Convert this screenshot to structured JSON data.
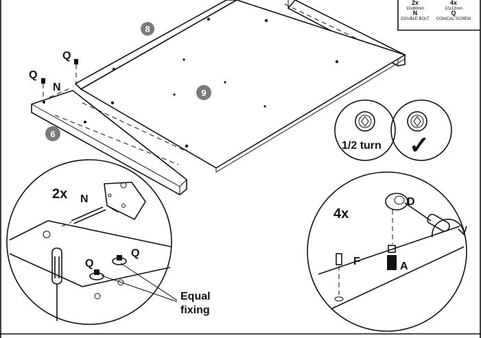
{
  "parts_legend": {
    "bolt": {
      "count": "2x",
      "size": "10x80mm",
      "letter": "N",
      "name": "DOUBLE BOLT"
    },
    "screw": {
      "count": "4x",
      "size": "10x12mm",
      "letter": "Q",
      "name": "CONICAL SCREW"
    }
  },
  "step_numbers": {
    "rail_top": "8",
    "panel": "9",
    "rail_left": "6"
  },
  "part_labels": {
    "q_top": "Q",
    "q_left": "Q",
    "n_main": "N"
  },
  "turn_hint": {
    "text": "1/2 turn",
    "check_symbol": "✓"
  },
  "detail_left": {
    "count": "2x",
    "n_label": "N",
    "q_left": "Q",
    "q_right": "Q",
    "note_line1": "Equal",
    "note_line2": "fixing"
  },
  "detail_right": {
    "count": "4x",
    "d_label": "D",
    "f_label": "F",
    "a_label": "A"
  },
  "colors": {
    "ink": "#111111",
    "badge": "#7a7a7a",
    "paper": "#ffffff"
  }
}
